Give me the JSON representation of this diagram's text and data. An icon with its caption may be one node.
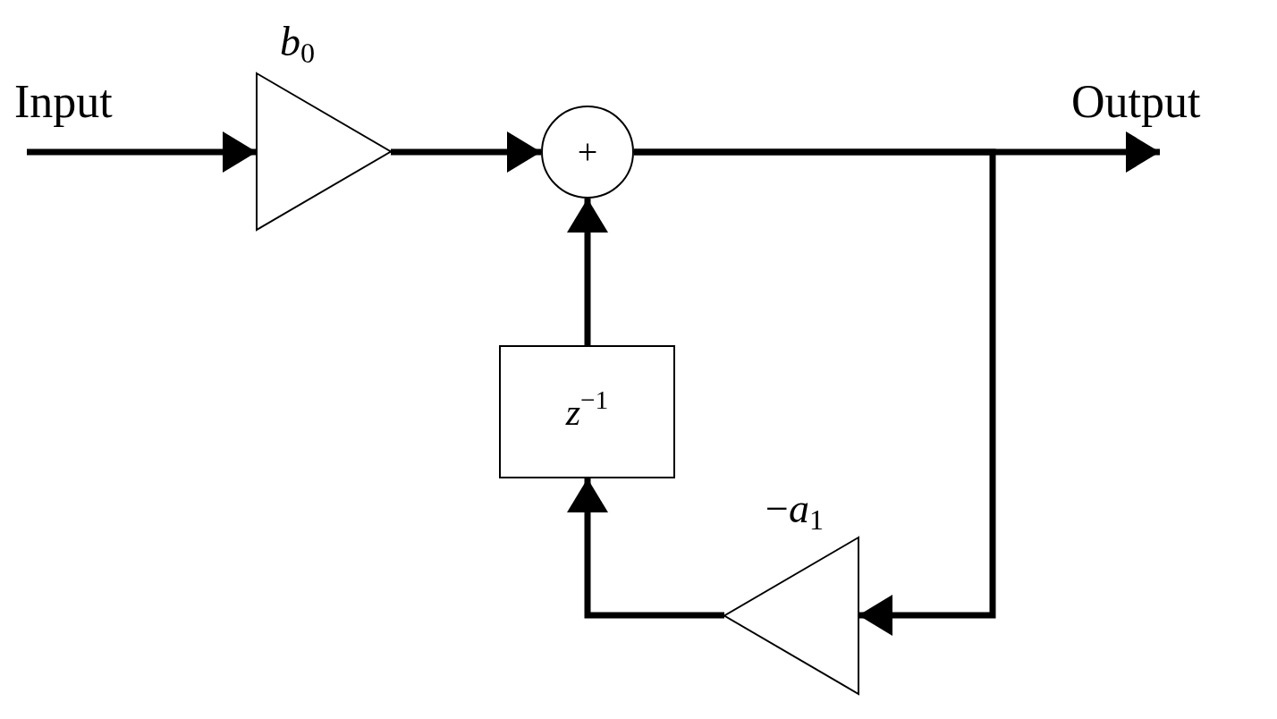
{
  "diagram": {
    "nodes": [
      {
        "text": [
          "*b*$_{0}$"
        ]
      },
      {
        "text": [
          "+"
        ]
      },
      {
        "text": [
          "*z*$^{−1}$"
        ]
      },
      {
        "text": [
          "−*a*$_{1}$"
        ]
      }
    ],
    "edges": [
      {
        "from": null,
        "to": 0,
        "arrow": "to"
      },
      {
        "from": 0,
        "to": 1,
        "arrow": "to"
      },
      {
        "from": 1,
        "to": null,
        "arrow": "to"
      },
      {
        "from": 1,
        "to": 3,
        "arrow": "to"
      },
      {
        "from": 3,
        "to": 2,
        "arrow": "to"
      },
      {
        "from": 2,
        "to": 1,
        "arrow": "to"
      }
    ],
    "labels": [
      "Input",
      "Output"
    ]
  }
}
